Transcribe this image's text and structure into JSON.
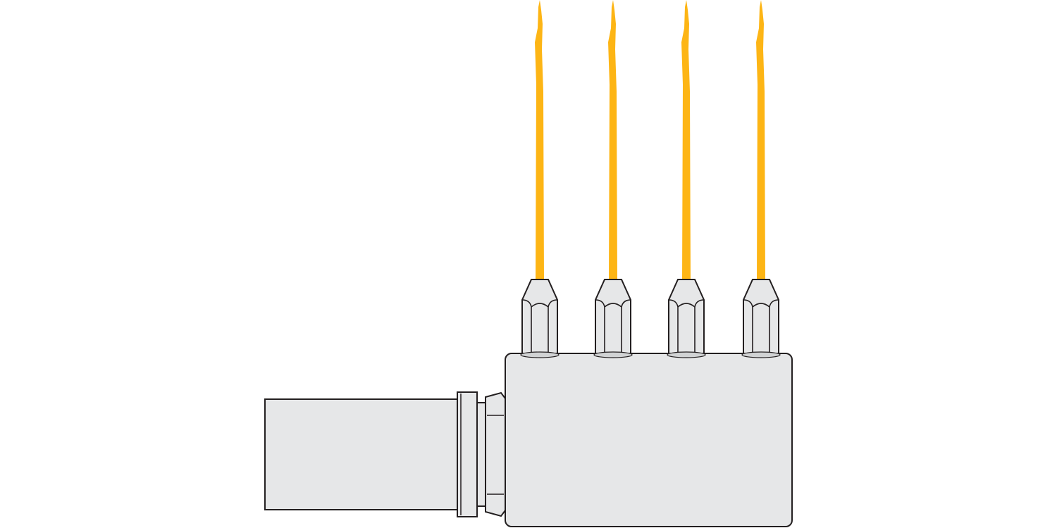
{
  "colors": {
    "background": "#ffffff",
    "metal_fill": "#e6e7e8",
    "outline": "#231f20",
    "nozzle_shadow": "#d1d3d4",
    "jet_spray": "#fdb515"
  },
  "components": {
    "inlet_pipe": "inlet-pipe",
    "coupling_nut": "coupling-nut",
    "manifold_block": "manifold-block",
    "nozzles": [
      "nozzle-1",
      "nozzle-2",
      "nozzle-3",
      "nozzle-4"
    ],
    "jets": [
      "jet-1",
      "jet-2",
      "jet-3",
      "jet-4"
    ]
  }
}
